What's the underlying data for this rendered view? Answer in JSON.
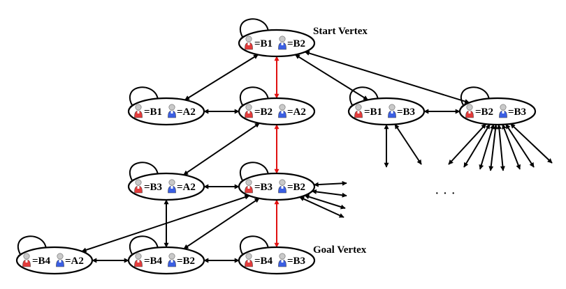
{
  "labels": {
    "start": "Start Vertex",
    "goal": "Goal Vertex",
    "ellipsis": "· · ·"
  },
  "agent_colors": {
    "red": "#e33b3b",
    "blue": "#3b5fe3"
  },
  "edge_colors": {
    "normal": "#000000",
    "highlight": "#e01010"
  },
  "nodes": [
    {
      "id": "B1B2",
      "red": "=B1",
      "blue": "=B2"
    },
    {
      "id": "B1A2",
      "red": "=B1",
      "blue": "=A2"
    },
    {
      "id": "B2A2",
      "red": "=B2",
      "blue": "=A2"
    },
    {
      "id": "B1B3",
      "red": "=B1",
      "blue": "=B3"
    },
    {
      "id": "B2B3",
      "red": "=B2",
      "blue": "=B3"
    },
    {
      "id": "B3A2",
      "red": "=B3",
      "blue": "=A2"
    },
    {
      "id": "B3B2",
      "red": "=B3",
      "blue": "=B2"
    },
    {
      "id": "B4A2",
      "red": "=B4",
      "blue": "=A2"
    },
    {
      "id": "B4B2",
      "red": "=B4",
      "blue": "=B2"
    },
    {
      "id": "B4B3",
      "red": "=B4",
      "blue": "=B3"
    }
  ],
  "edges": [
    {
      "from": "B1B2",
      "to": "B1A2",
      "highlight": false
    },
    {
      "from": "B1B2",
      "to": "B2A2",
      "highlight": true
    },
    {
      "from": "B1B2",
      "to": "B1B3",
      "highlight": false
    },
    {
      "from": "B1B2",
      "to": "B2B3",
      "highlight": false
    },
    {
      "from": "B1A2",
      "to": "B2A2",
      "highlight": false
    },
    {
      "from": "B1B3",
      "to": "B2B3",
      "highlight": false
    },
    {
      "from": "B2A2",
      "to": "B3A2",
      "highlight": false
    },
    {
      "from": "B2A2",
      "to": "B3B2",
      "highlight": true
    },
    {
      "from": "B3A2",
      "to": "B3B2",
      "highlight": false
    },
    {
      "from": "B3A2",
      "to": "B4B2",
      "highlight": false
    },
    {
      "from": "B3B2",
      "to": "B4A2",
      "highlight": false
    },
    {
      "from": "B3B2",
      "to": "B4B2",
      "highlight": false
    },
    {
      "from": "B3B2",
      "to": "B4B3",
      "highlight": true
    },
    {
      "from": "B4A2",
      "to": "B4B2",
      "highlight": false
    },
    {
      "from": "B4B2",
      "to": "B4B3",
      "highlight": false
    }
  ]
}
